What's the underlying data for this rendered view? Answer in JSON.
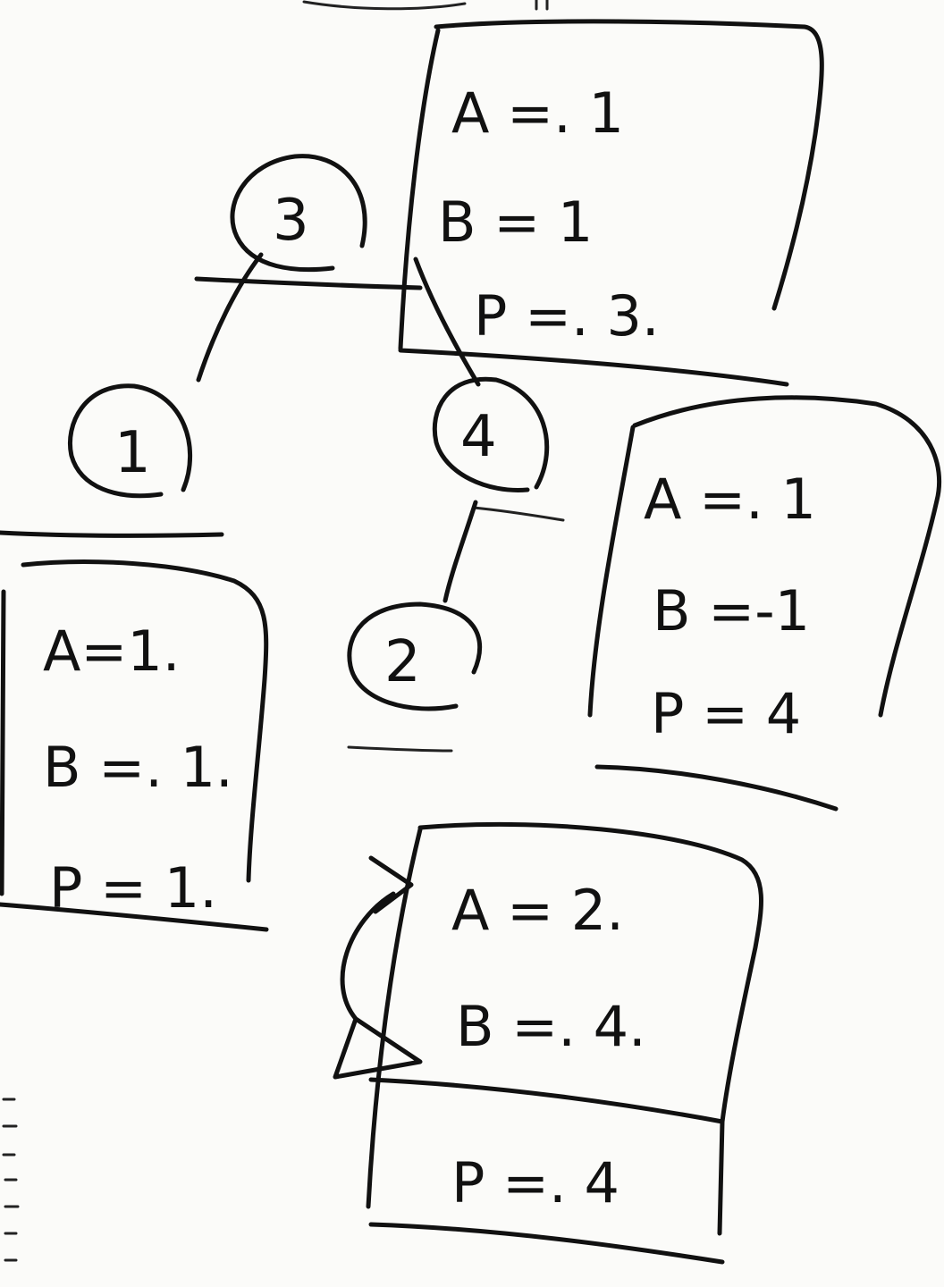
{
  "colors": {
    "ink": "#111111",
    "paper": "#fbfbf9"
  },
  "nodes": [
    {
      "id": "node-3",
      "label": "3"
    },
    {
      "id": "node-1",
      "label": "1"
    },
    {
      "id": "node-4",
      "label": "4"
    },
    {
      "id": "node-2",
      "label": "2"
    }
  ],
  "boxes": {
    "node3": {
      "a": "A =. 1",
      "b": "B =  1",
      "p": "P =. 3."
    },
    "node4": {
      "a": "A =. 1",
      "b": "B =-1",
      "p": "P = 4"
    },
    "node1": {
      "a": "A=1.",
      "b": "B =. 1.",
      "p": "P = 1."
    },
    "bottom": {
      "a": "A = 2.",
      "b": "B =. 4.",
      "p": "P =. 4"
    }
  }
}
